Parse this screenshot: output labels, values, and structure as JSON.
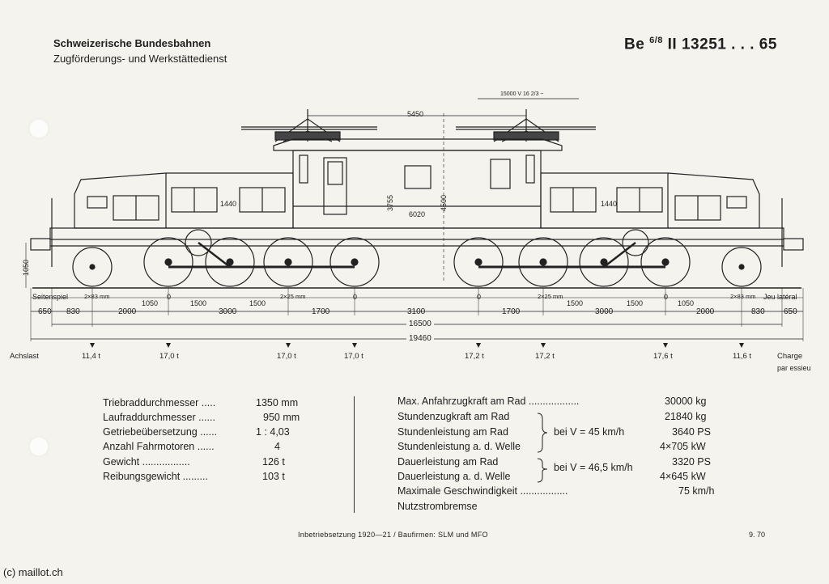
{
  "header": {
    "org": "Schweizerische Bundesbahnen",
    "dept": "Zugförderungs- und Werkstättedienst",
    "class_prefix": "Be",
    "class_frac": "6/8",
    "class_suffix": "II 13251 . . . 65"
  },
  "drawing": {
    "voltage": "15000 V  16 2/3 ~",
    "pantograph_span": "5450",
    "body_label_1440_left": "1440",
    "body_label_1440_right": "1440",
    "height_3755": "3755",
    "height_4500": "4500",
    "cab_width": "6020",
    "buffer_height": "1050",
    "seitenspiel": "Seitenspiel",
    "jeu_lateral": "Jeu latéral",
    "side_play_left": "2×83 mm",
    "side_play_right": "2×83 mm",
    "upper_dims": [
      "1050",
      "0",
      "1500",
      "1500",
      "2×25 mm",
      "0",
      "0",
      "2×25 mm",
      "1500",
      "1500",
      "0",
      "1050"
    ],
    "lower_dims": [
      "650",
      "830",
      "2000",
      "3000",
      "1700",
      "3100",
      "1700",
      "3000",
      "2000",
      "830",
      "650"
    ],
    "wheelbase": "16500",
    "length_over_buffers": "19460"
  },
  "axle_load": {
    "label_left": "Achslast",
    "label_right_1": "Charge",
    "label_right_2": "par essieu",
    "values": [
      "11,4 t",
      "17,0 t",
      "17,0 t",
      "17,0 t",
      "17,2 t",
      "17,2 t",
      "17,6 t",
      "11,6 t"
    ]
  },
  "specs_left": [
    {
      "label": "Triebraddurchmesser .....",
      "value": "1350 mm"
    },
    {
      "label": "Laufraddurchmesser ......",
      "value": "950 mm"
    },
    {
      "label": "Getriebeübersetzung ......",
      "value": "1 : 4,03"
    },
    {
      "label": "Anzahl Fahrmotoren ......",
      "value": "4"
    },
    {
      "label": "Gewicht .................",
      "value": "126 t"
    },
    {
      "label": "Reibungsgewicht .........",
      "value": "103 t"
    }
  ],
  "specs_right": {
    "max_tractive": {
      "label": "Max. Anfahrzugkraft am Rad ..................",
      "value": "30000 kg"
    },
    "hourly_tractive": {
      "label": "Stundenzugkraft am Rad",
      "value": "21840 kg"
    },
    "hourly_power_wheel": {
      "label": "Stundenleistung am Rad",
      "value": "3640 PS"
    },
    "hourly_power_shaft": {
      "label": "Stundenleistung a. d. Welle",
      "value": "4×705 kW"
    },
    "speed_hourly": "bei V = 45 km/h",
    "cont_power_wheel": {
      "label": "Dauerleistung am Rad",
      "value": "3320 PS"
    },
    "cont_power_shaft": {
      "label": "Dauerleistung a. d. Welle",
      "value": "4×645 kW"
    },
    "speed_cont": "bei V = 46,5 km/h",
    "max_speed": {
      "label": "Maximale Geschwindigkeit .................",
      "value": "75 km/h"
    },
    "brake": {
      "label": "Nutzstrombremse"
    }
  },
  "footer": {
    "text": "Inbetriebsetzung 1920—21 / Baufirmen: SLM und MFO",
    "date": "9. 70",
    "credit": "(c) maillot.ch"
  }
}
